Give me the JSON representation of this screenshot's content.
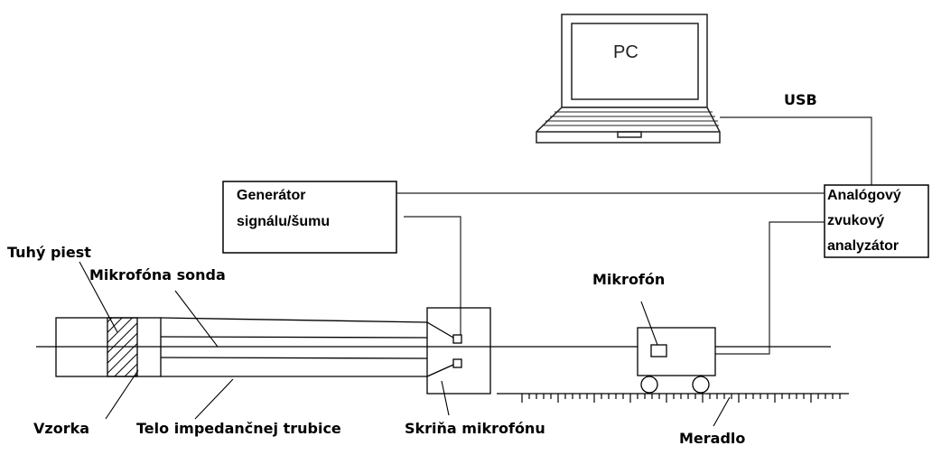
{
  "labels": {
    "pc": "PC",
    "usb": "USB",
    "generator_line1": "Generátor",
    "generator_line2": "signálu/šumu",
    "analyzer_line1": "Analógový",
    "analyzer_line2": "zvukový",
    "analyzer_line3": "analyzátor",
    "rigid_piston": "Tuhý piest",
    "mic_probe": "Mikrofóna sonda",
    "microphone": "Mikrofón",
    "sample": "Vzorka",
    "tube_body": "Telo impedančnej trubice",
    "mic_housing": "Skriňa mikrofónu",
    "ruler": "Meradlo"
  }
}
